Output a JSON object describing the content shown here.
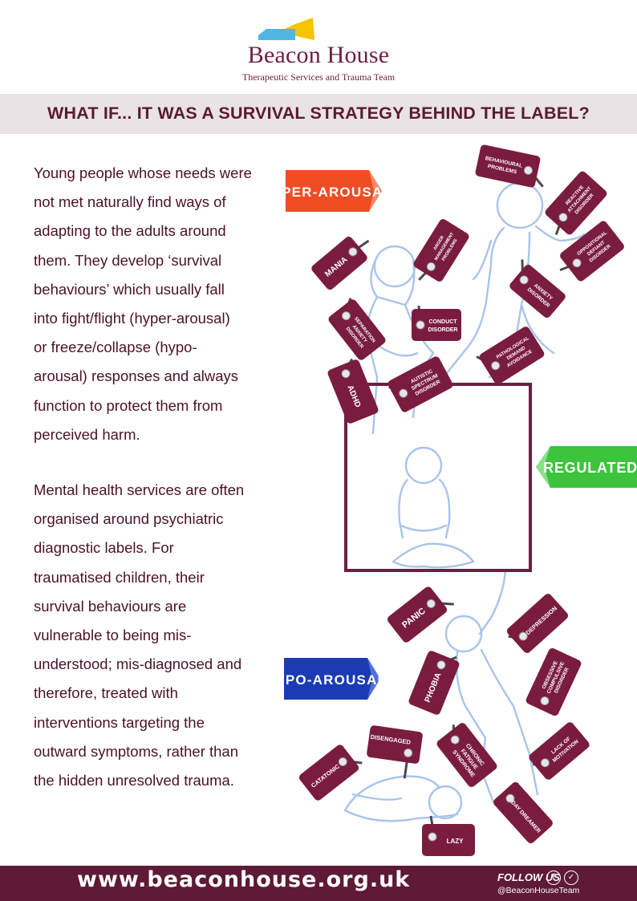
{
  "header": {
    "logo_name": "Beacon House",
    "logo_subtitle": "Therapeutic Services and Trauma Team"
  },
  "title": "WHAT IF... IT WAS A SURVIVAL STRATEGY BEHIND THE LABEL?",
  "body": {
    "paragraph1_lines": [
      "Young people whose needs were",
      "not met naturally find ways of",
      "adapting to the adults around",
      "them. They develop ‘survival",
      "behaviours’ which usually fall",
      "into  fight/flight (hyper-arousal)",
      "or freeze/collapse (hypo-",
      "arousal) responses and always",
      "function to protect them from",
      "perceived harm."
    ],
    "paragraph2_lines": [
      "Mental health services are often",
      "organised around psychiatric",
      "diagnostic labels. For",
      "traumatised children, their",
      "survival behaviours are",
      "vulnerable to being mis-",
      "understood; mis-diagnosed and",
      "therefore, treated with",
      "interventions targeting the",
      "outward symptoms, rather than",
      "the hidden unresolved trauma."
    ]
  },
  "zones": {
    "hyper": "HYPER-AROUSAL",
    "regulated": "REGULATED",
    "hypo": "HYPO-AROUSAL"
  },
  "tags": {
    "behavioural": [
      "BEHAVIOURAL",
      "PROBLEMS"
    ],
    "reactive": [
      "REACTIVE",
      "ATTACHMENT",
      "DISORDER"
    ],
    "mania": [
      "MANIA"
    ],
    "anger": [
      "ANGER",
      "MANAGEMENT",
      "PROBLEMS"
    ],
    "odd": [
      "OPPOSITIONAL",
      "DEFIANT",
      "DISORDER"
    ],
    "anxiety": [
      "ANXIETY",
      "DISORDER"
    ],
    "separation": [
      "SEPARATION",
      "ANXIETY",
      "DISORDER"
    ],
    "conduct": [
      "CONDUCT",
      "DISORDER"
    ],
    "pda": [
      "PATHOLOGICAL",
      "DEMAND",
      "AVOIDANCE"
    ],
    "adhd": [
      "ADHD"
    ],
    "autistic": [
      "AUTISTIC",
      "SPECTRUM",
      "DISORDER"
    ],
    "panic": [
      "PANIC"
    ],
    "depression": [
      "DEPRESSION"
    ],
    "phobia": [
      "PHOBIA"
    ],
    "ocd": [
      "OBSESSIVE",
      "COMPULSIVE",
      "DISORDER"
    ],
    "disengaged": [
      "DISENGAGED"
    ],
    "cfs": [
      "CHRONIC",
      "FATIGUE",
      "SYNDROME"
    ],
    "motivation": [
      "LACK OF",
      "MOTIVATION"
    ],
    "catatonic": [
      "CATATONIC"
    ],
    "daydreamer": [
      "DAY DREAMER"
    ],
    "lazy": [
      "LAZY"
    ]
  },
  "footer": {
    "website": "www.beaconhouse.org.uk",
    "follow": "FOLLOW US",
    "handle": "@BeaconHouseTeam",
    "facebook_glyph": "f",
    "twitter_glyph": "✓"
  },
  "colors": {
    "brand": "#6d1f40",
    "tag": "#7a1c3f",
    "hyper": "#f04d23",
    "regulated": "#3ec33d",
    "hypo": "#1b3bb5",
    "figure": "#a9c4ea"
  }
}
